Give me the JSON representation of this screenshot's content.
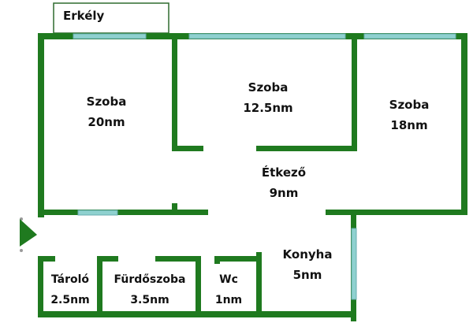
{
  "balcony": {
    "label": "Erkély"
  },
  "rooms": [
    {
      "id": "szoba-1",
      "name": "Szoba",
      "area": "20nm"
    },
    {
      "id": "szoba-2",
      "name": "Szoba",
      "area": "12.5nm"
    },
    {
      "id": "szoba-3",
      "name": "Szoba",
      "area": "18nm"
    },
    {
      "id": "etkezo",
      "name": "Étkező",
      "area": "9nm"
    },
    {
      "id": "konyha",
      "name": "Konyha",
      "area": "5nm"
    },
    {
      "id": "tarolo",
      "name": "Tároló",
      "area": "2.5nm"
    },
    {
      "id": "furdoszoba",
      "name": "Fürdőszoba",
      "area": "3.5nm"
    },
    {
      "id": "wc",
      "name": "Wc",
      "area": "1nm"
    }
  ],
  "colors": {
    "wall": "#1f7a1f",
    "window": "#8fd1cf",
    "background": "#ffffff"
  },
  "icons": {
    "entrance": "entrance-arrow-icon"
  }
}
